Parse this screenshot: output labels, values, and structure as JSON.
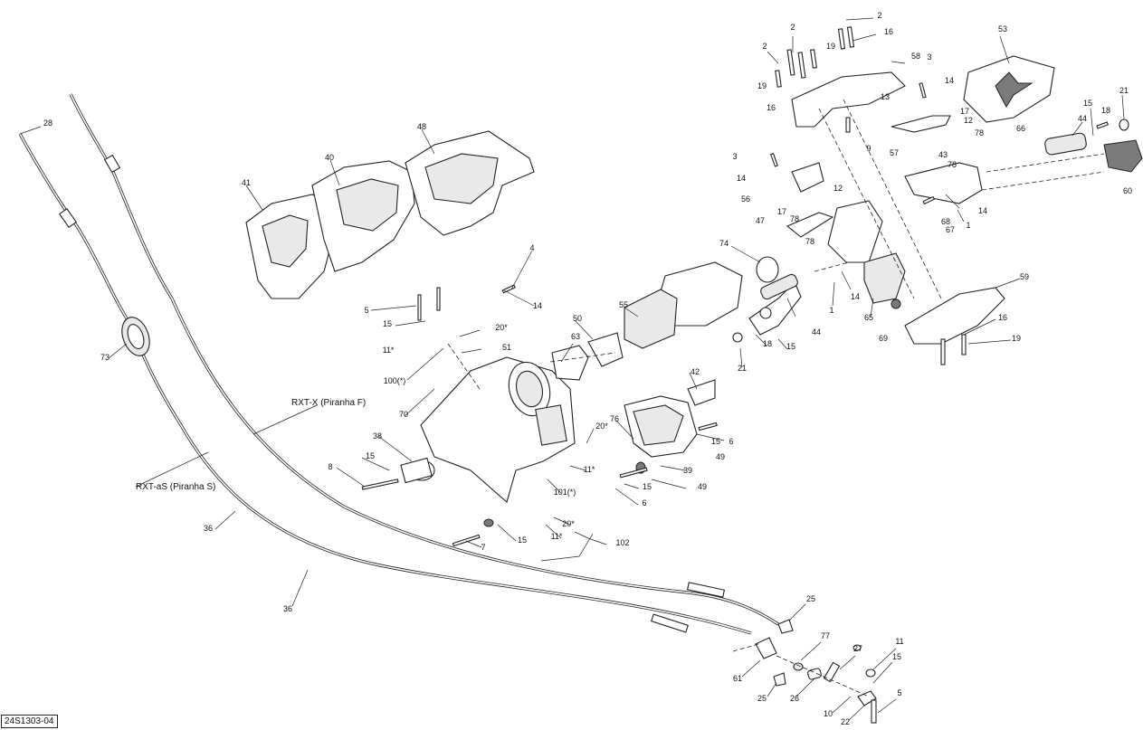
{
  "diagram_id": "24S1303-04",
  "callouts": [
    {
      "label": "2"
    },
    {
      "label": "2"
    },
    {
      "label": "2"
    },
    {
      "label": "16"
    },
    {
      "label": "19"
    },
    {
      "label": "19"
    },
    {
      "label": "16"
    },
    {
      "label": "53"
    },
    {
      "label": "58"
    },
    {
      "label": "3"
    },
    {
      "label": "14"
    },
    {
      "label": "13"
    },
    {
      "label": "9"
    },
    {
      "label": "17"
    },
    {
      "label": "12"
    },
    {
      "label": "78"
    },
    {
      "label": "57"
    },
    {
      "label": "43"
    },
    {
      "label": "78"
    },
    {
      "label": "21"
    },
    {
      "label": "15"
    },
    {
      "label": "18"
    },
    {
      "label": "44"
    },
    {
      "label": "66"
    },
    {
      "label": "60"
    },
    {
      "label": "3"
    },
    {
      "label": "14"
    },
    {
      "label": "56"
    },
    {
      "label": "17"
    },
    {
      "label": "12"
    },
    {
      "label": "78"
    },
    {
      "label": "47"
    },
    {
      "label": "78"
    },
    {
      "label": "67"
    },
    {
      "label": "68"
    },
    {
      "label": "1"
    },
    {
      "label": "14"
    },
    {
      "label": "28"
    },
    {
      "label": "48"
    },
    {
      "label": "40"
    },
    {
      "label": "41"
    },
    {
      "label": "74"
    },
    {
      "label": "4"
    },
    {
      "label": "14"
    },
    {
      "label": "5"
    },
    {
      "label": "15"
    },
    {
      "label": "20*"
    },
    {
      "label": "11*"
    },
    {
      "label": "51"
    },
    {
      "label": "100(*)"
    },
    {
      "label": "55"
    },
    {
      "label": "50"
    },
    {
      "label": "63"
    },
    {
      "label": "44"
    },
    {
      "label": "1"
    },
    {
      "label": "14"
    },
    {
      "label": "65"
    },
    {
      "label": "69"
    },
    {
      "label": "59"
    },
    {
      "label": "16"
    },
    {
      "label": "19"
    },
    {
      "label": "18"
    },
    {
      "label": "15"
    },
    {
      "label": "21"
    },
    {
      "label": "73"
    },
    {
      "label": "70"
    },
    {
      "label": "42"
    },
    {
      "label": "RXT-X (Piranha F)"
    },
    {
      "label": "76"
    },
    {
      "label": "20*"
    },
    {
      "label": "15"
    },
    {
      "label": "6"
    },
    {
      "label": "49"
    },
    {
      "label": "38"
    },
    {
      "label": "15"
    },
    {
      "label": "8"
    },
    {
      "label": "11*"
    },
    {
      "label": "39"
    },
    {
      "label": "49"
    },
    {
      "label": "15"
    },
    {
      "label": "6"
    },
    {
      "label": "101(*)"
    },
    {
      "label": "RXT-aS (Piranha S)"
    },
    {
      "label": "20*"
    },
    {
      "label": "11*"
    },
    {
      "label": "102"
    },
    {
      "label": "7"
    },
    {
      "label": "15"
    },
    {
      "label": "36"
    },
    {
      "label": "36"
    },
    {
      "label": "25"
    },
    {
      "label": "77"
    },
    {
      "label": "27"
    },
    {
      "label": "11"
    },
    {
      "label": "15"
    },
    {
      "label": "61"
    },
    {
      "label": "25"
    },
    {
      "label": "26"
    },
    {
      "label": "10"
    },
    {
      "label": "22"
    },
    {
      "label": "5"
    }
  ]
}
